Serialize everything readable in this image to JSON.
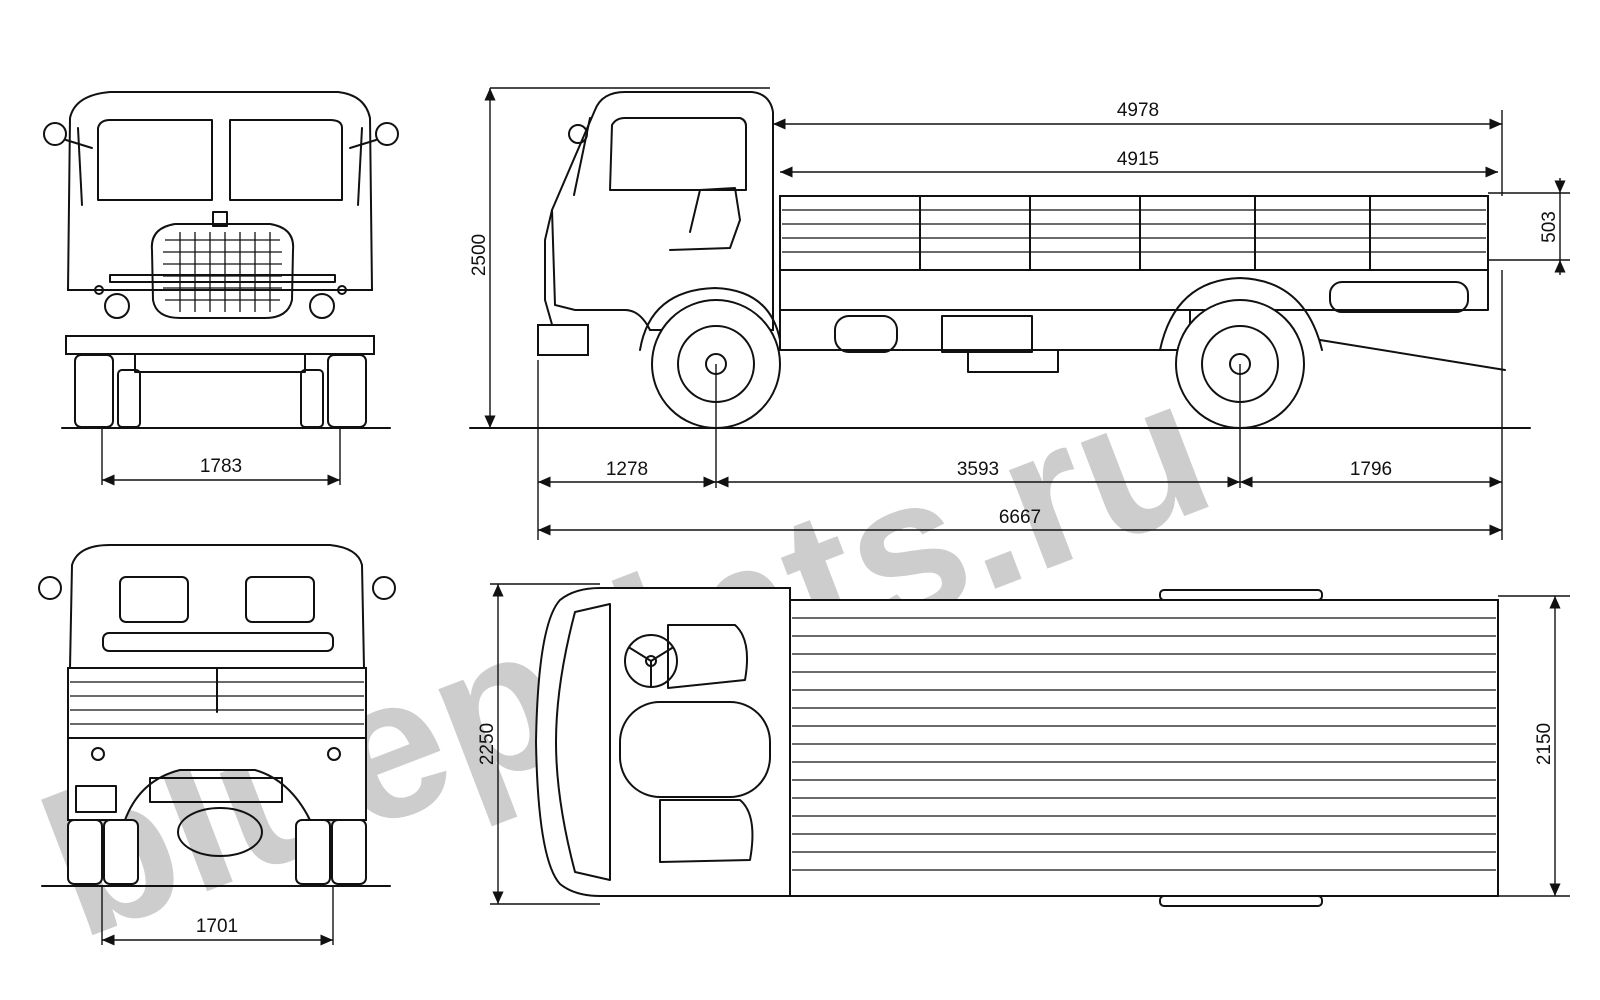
{
  "drawing": {
    "front_view": {
      "track": "1783"
    },
    "rear_view": {
      "track": "1701"
    },
    "side_view": {
      "height": "2500",
      "bed_outer_length": "4978",
      "bed_inner_length": "4915",
      "side_height": "503",
      "front_overhang": "1278",
      "wheelbase": "3593",
      "rear_overhang": "1796",
      "overall_length": "6667"
    },
    "top_view": {
      "overall_width": "2250",
      "bed_width": "2150"
    }
  },
  "watermark": {
    "text": "blueprints.ru"
  },
  "colors": {
    "line": "#111111",
    "watermark": "#bdbdbd",
    "background": "#ffffff"
  }
}
